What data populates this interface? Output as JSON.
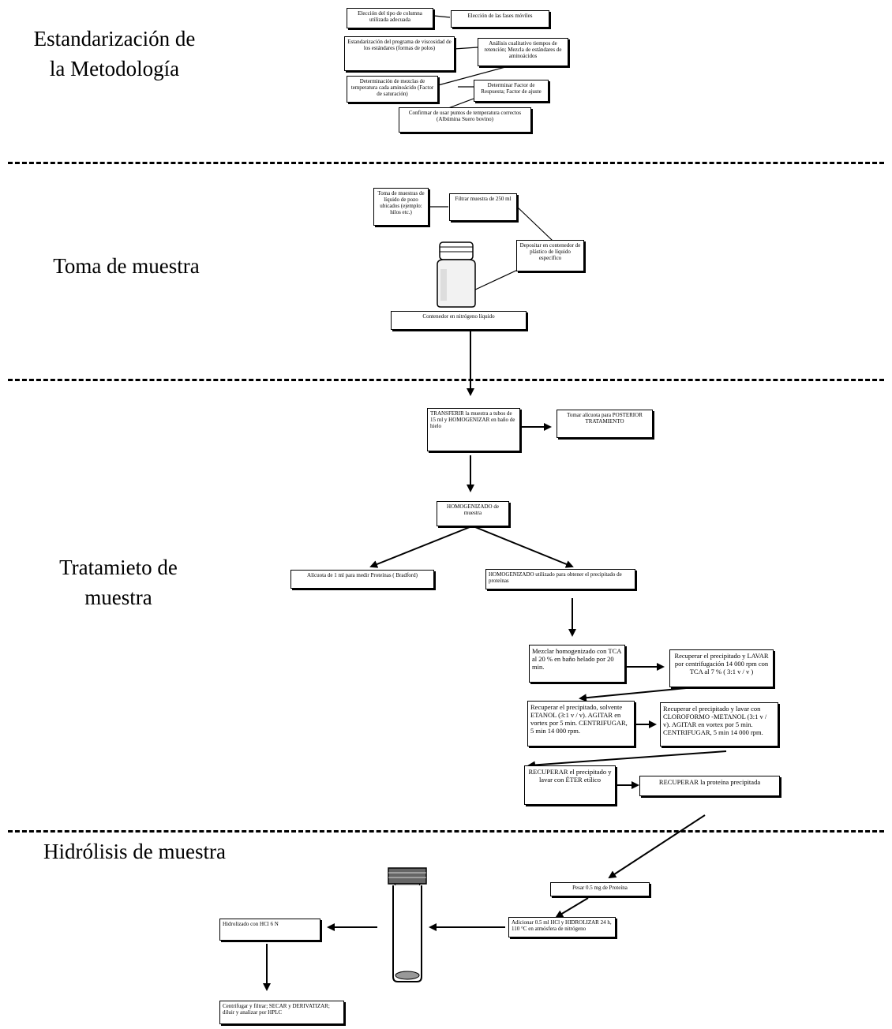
{
  "stages": {
    "standardization": "Estandarización de la Metodología",
    "sampling": "Toma de muestra",
    "treatment": "Tratamieto de muestra",
    "hydrolysis": "Hidrólisis de muestra"
  },
  "standardization_boxes": {
    "b1": "Elección del tipo de columna utilizada adecuada",
    "b2": "Elección de las fases móviles",
    "b3": "Estandarización del programa de viscosidad de los estándares (formas de polos)",
    "b4": "Análisis cualitativo tiempos de retención; Mezcla de estándares de aminoácidos",
    "b5": "Determinación de mezclas de temperatura cada aminoácido (Factor de saturación)",
    "b6": "Determinar Factor de Respuesta; Factor de ajuste",
    "b7": "Confirmar de usar puntos de temperatura correctos (Albúmina Suero bovino)"
  },
  "sampling_boxes": {
    "s1": "Toma de muestras de líquido de pozo ubicados (ejemplo: hilos etc.)",
    "s2": "Filtrar muestra de 250 ml",
    "s3": "Depositar en contenedor de plástico de líquido específico",
    "s4": "Contenedor en nitrógeno líquido"
  },
  "treatment_boxes": {
    "t1": "TRANSFERIR la muestra a tubos de 15 ml y HOMOGENIZAR en baño de hielo",
    "t2": "Tomar alícuota para POSTERIOR TRATAMIENTO",
    "t3": "HOMOGENIZADO de muestra",
    "t4": "Alícuota de 1 ml para medir Proteínas ( Bradford)",
    "t5": "HOMOGENIZADO utilizado para obtener el precipitado de proteínas",
    "t6": "Mezclar homogenizado con TCA al 20 % en baño helado por 20 min.",
    "t7": "Recuperar el precipitado y LAVAR por centrifugación 14 000 rpm con TCA al 7 % ( 3:1 v / v )",
    "t8": "Recuperar el precipitado, solvente ETANOL (3:1 v / v). AGITAR en vortex por 5 min. CENTRIFUGAR, 5 min 14 000 rpm.",
    "t9": "Recuperar el precipitado y lavar con CLOROFORMO -METANOL (3:1 v / v). AGITAR en vortex por 5 min. CENTRIFUGAR, 5 min 14 000 rpm.",
    "t10": "RECUPERAR el precipitado y lavar con ÉTER etílico",
    "t11": "RECUPERAR la proteína precipitada"
  },
  "hydrolysis_boxes": {
    "h1": "Pesar 0.5 mg de Proteína",
    "h2": "Adicionar 0.5 ml HCl y HIDROLIZAR 24 h, 110 °C en atmósfera de nitrógeno",
    "h3": "Hidrolizado con HCl 6 N",
    "h4": "Centrifugar y filtrar; SECAR y DERIVATIZAR; diluir y analizar por HPLC"
  }
}
